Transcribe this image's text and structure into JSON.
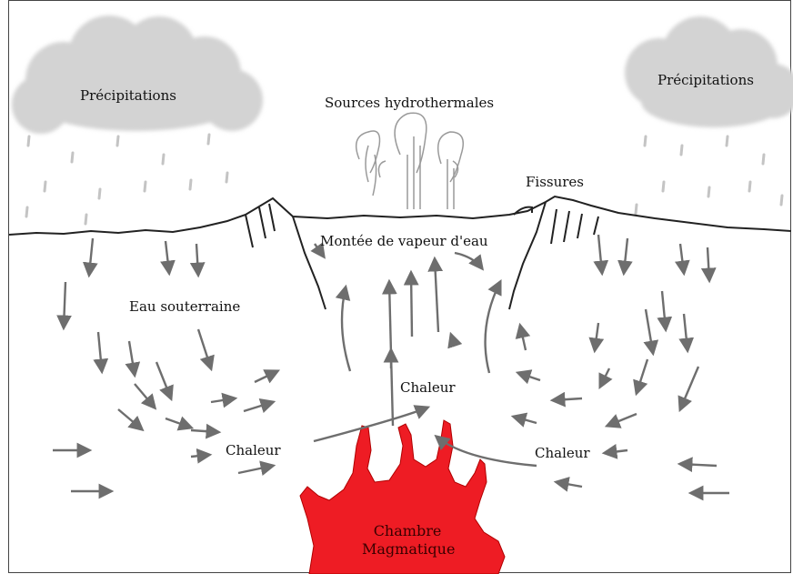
{
  "labels": {
    "precip_left": "Précipitations",
    "precip_right": "Précipitations",
    "hydrothermal": "Sources hydrothermales",
    "fissures": "Fissures",
    "vapour_rise": "Montée de vapeur d'eau",
    "groundwater": "Eau souterraine",
    "heat_center": "Chaleur",
    "heat_left": "Chaleur",
    "heat_right": "Chaleur",
    "magma_line1": "Chambre",
    "magma_line2": "Magmatique"
  },
  "colors": {
    "magma": "#ee1c24",
    "arrow": "#6e6e6e",
    "cloud": "#d3d3d3",
    "rain": "#c4c4c4",
    "ground": "#222222"
  }
}
